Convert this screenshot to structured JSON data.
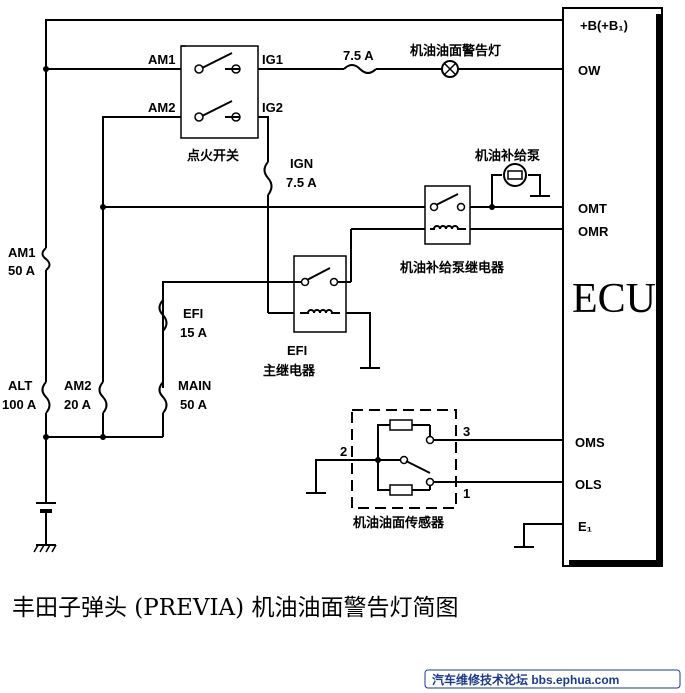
{
  "ecu": {
    "title": "ECU",
    "power_pin": "+B(+B₁)",
    "pins": {
      "ow": "OW",
      "omt": "OMT",
      "omr": "OMR",
      "oms": "OMS",
      "ols": "OLS",
      "e1": "E₁"
    }
  },
  "ignition_switch": {
    "label": "点火开关",
    "am1": "AM1",
    "am2": "AM2",
    "ig1": "IG1",
    "ig2": "IG2"
  },
  "fuses": {
    "ow_fuse": "7.5 A",
    "ign_name": "IGN",
    "ign_rating": "7.5 A",
    "am1_name": "AM1",
    "am1_rating": "50 A",
    "alt_name": "ALT",
    "alt_rating": "100 A",
    "am2_name": "AM2",
    "am2_rating": "20 A",
    "efi_name": "EFI",
    "efi_rating": "15 A",
    "main_name": "MAIN",
    "main_rating": "50 A"
  },
  "components": {
    "warning_lamp": "机油油面警告灯",
    "pump": "机油补给泵",
    "pump_relay": "机油补给泵继电器",
    "efi_relay_name": "EFI",
    "efi_relay_label": "主继电器",
    "sensor": "机油油面传感器",
    "sensor_pins": {
      "p1": "1",
      "p2": "2",
      "p3": "3"
    }
  },
  "caption": "丰田子弹头 (PREVIA) 机油油面警告灯简图",
  "footer": "汽车维修技术论坛 bbs.ephua.com"
}
